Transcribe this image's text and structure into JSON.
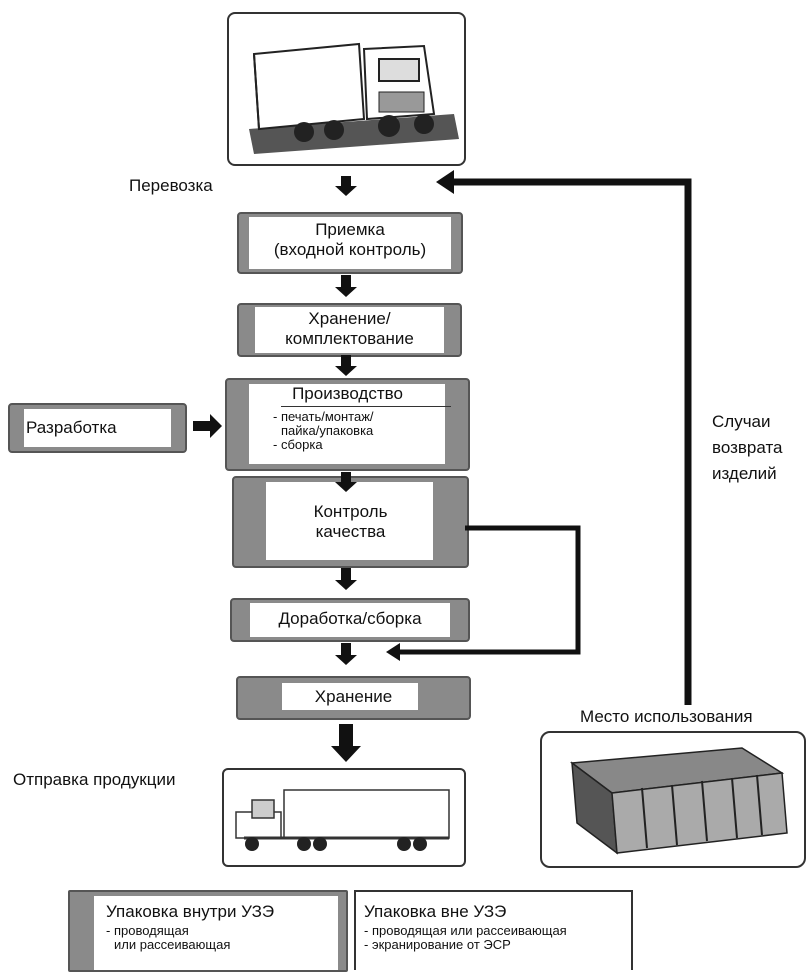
{
  "flow": {
    "transport_label": "Перевозка",
    "acceptance_line1": "Приемка",
    "acceptance_line2": "(входной контроль)",
    "storage_line1": "Хранение/",
    "storage_line2": "комплектование",
    "production_title": "Производство",
    "production_items": [
      "- печать/монтаж/",
      "пайка/упаковка",
      "- сборка"
    ],
    "design_label": "Разработка",
    "qc_line1": "Контроль",
    "qc_line2": "качества",
    "rework_label": "Доработка/сборка",
    "final_storage_label": "Хранение",
    "shipping_label": "Отправка продукции",
    "returns_line1": "Случаи",
    "returns_line2": "возврата",
    "returns_line3": "изделий",
    "use_site_label": "Место использования"
  },
  "legend": {
    "inside_title": "Упаковка внутри УЗЭ",
    "inside_line1": "- проводящая",
    "inside_line2": "или рассеивающая",
    "outside_title": "Упаковка вне УЗЭ",
    "outside_line1": "- проводящая или рассеивающая",
    "outside_line2": "- экранирование от ЭСР"
  }
}
